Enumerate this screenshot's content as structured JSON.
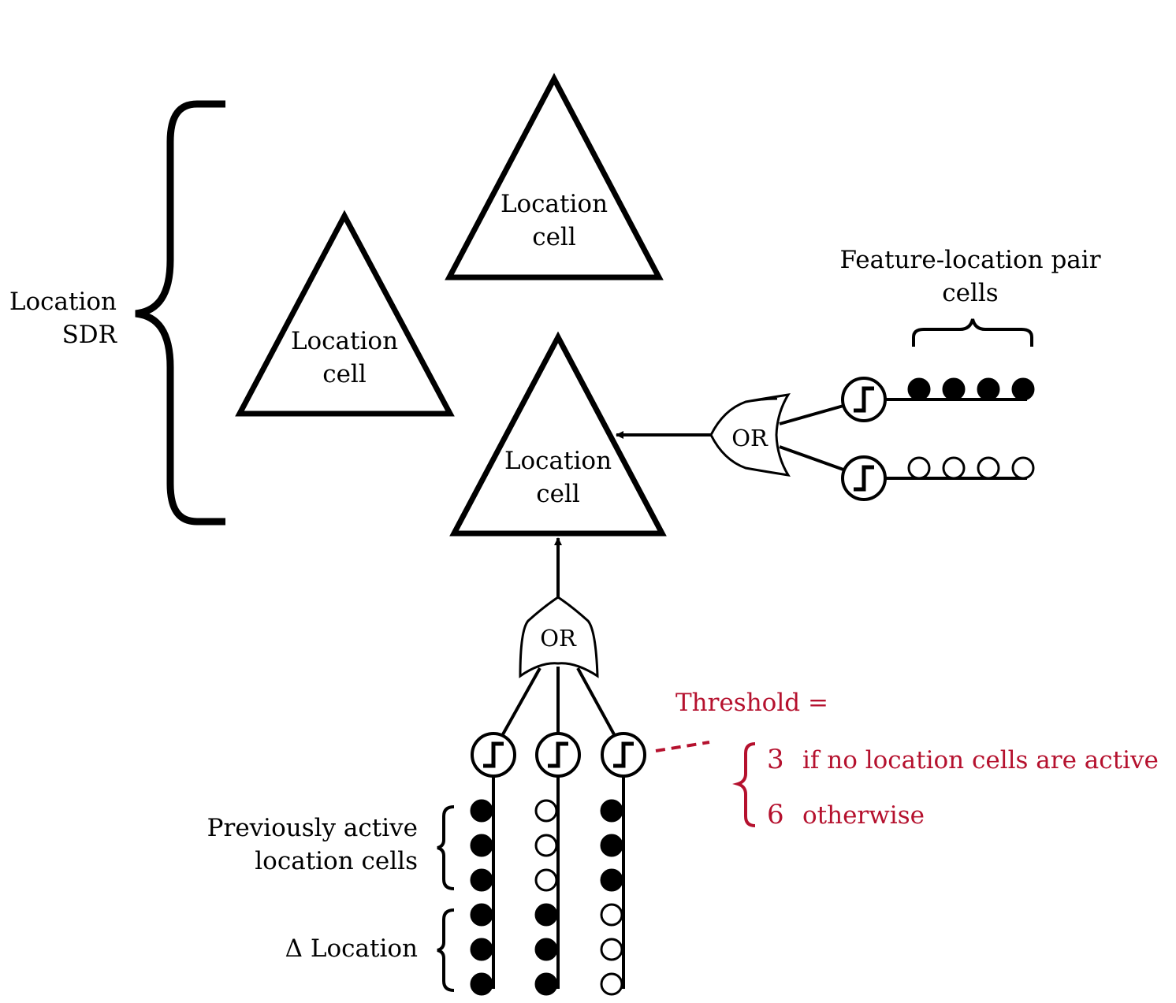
{
  "location_sdr": {
    "line1": "Location",
    "line2": "SDR"
  },
  "cells": [
    {
      "line1": "Location",
      "line2": "cell"
    },
    {
      "line1": "Location",
      "line2": "cell"
    },
    {
      "line1": "Location",
      "line2": "cell"
    }
  ],
  "feature_location": {
    "line1": "Feature-location pair",
    "line2": "cells"
  },
  "gates": {
    "right": "OR",
    "bottom": "OR"
  },
  "threshold": {
    "label": "Threshold =",
    "options": [
      {
        "value": "3",
        "text": "if no location cells are active"
      },
      {
        "value": "6",
        "text": "otherwise"
      }
    ]
  },
  "groups": {
    "previously_active": {
      "line1": "Previously active",
      "line2": "location cells"
    },
    "delta_location": "Δ Location"
  },
  "segments": {
    "horizontal": [
      [
        true,
        true,
        true,
        true
      ],
      [
        false,
        false,
        false,
        false
      ]
    ],
    "vertical": [
      [
        true,
        true,
        true,
        true,
        true,
        true
      ],
      [
        false,
        false,
        false,
        true,
        true,
        true
      ],
      [
        true,
        true,
        true,
        false,
        false,
        false
      ]
    ]
  },
  "colors": {
    "threshold_text": "#b5112e",
    "ink": "#000000"
  }
}
